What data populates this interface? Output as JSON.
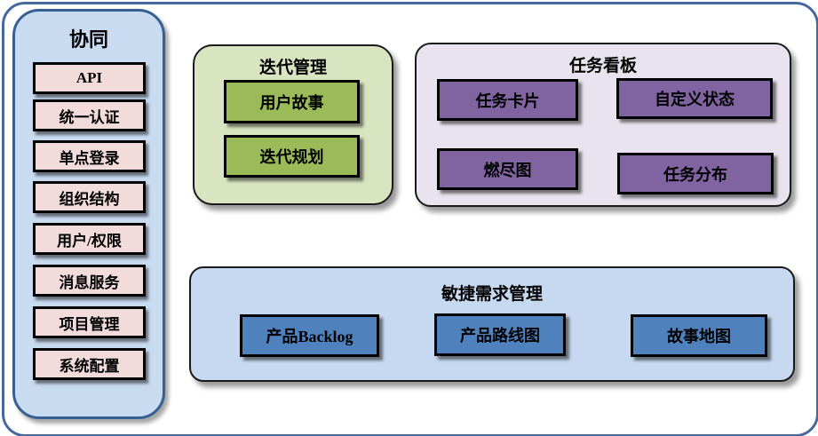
{
  "diagram": {
    "sidebar": {
      "title": "协同",
      "items": [
        {
          "label": "API"
        },
        {
          "label": "统一认证"
        },
        {
          "label": "单点登录"
        },
        {
          "label": "组织结构"
        },
        {
          "label": "用户/权限"
        },
        {
          "label": "消息服务"
        },
        {
          "label": "项目管理"
        },
        {
          "label": "系统配置"
        }
      ]
    },
    "groups": [
      {
        "title": "迭代管理",
        "items": [
          "用户故事",
          "迭代规划"
        ]
      },
      {
        "title": "任务看板",
        "items": [
          "任务卡片",
          "自定义状态",
          "燃尽图",
          "任务分布"
        ]
      },
      {
        "title": "敏捷需求管理",
        "items": [
          "产品Backlog",
          "产品路线图",
          "故事地图"
        ]
      }
    ]
  },
  "colors": {
    "frame_border": "#45699e",
    "panel_fill": "#c9dbf1",
    "panel_border": "#376092",
    "pink_item": "#f2dcdb",
    "green_container": "#d9e5c1",
    "green_item": "#9bbb59",
    "purple_container": "#e8e3ee",
    "purple_item": "#8064a2",
    "blue_container": "#c6d9f0",
    "blue_item": "#4f81bd",
    "item_border": "#000000"
  }
}
